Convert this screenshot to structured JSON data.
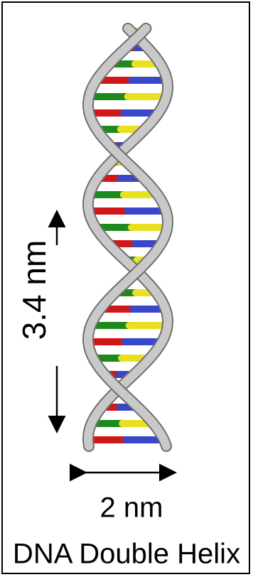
{
  "figure": {
    "pitch_label": "3.4 nm",
    "width_label": "2 nm",
    "title": "DNA Double Helix"
  },
  "colors": {
    "backbone": "#c9c9c9",
    "backbone_edge": "#6f6f6f",
    "base_pair_colors": [
      "#1e8a1e",
      "#e8e020",
      "#d01818",
      "#3848c8"
    ]
  },
  "icons": [
    "up-arrow-icon",
    "down-arrow-icon",
    "double-headed-arrow-icon"
  ]
}
